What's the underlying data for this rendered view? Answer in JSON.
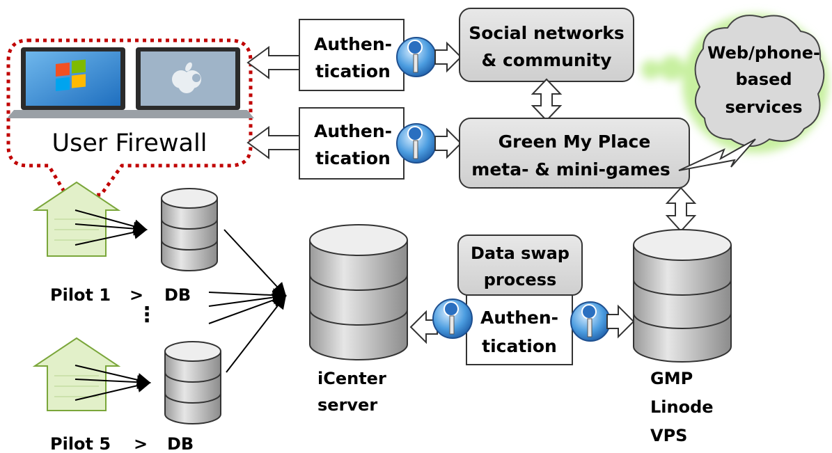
{
  "firewall": {
    "label": "User Firewall"
  },
  "auth_top": {
    "line1": "Authen-",
    "line2": "tication"
  },
  "auth_mid": {
    "line1": "Authen-",
    "line2": "tication"
  },
  "auth_bottom": {
    "line1": "Authen-",
    "line2": "tication"
  },
  "social": {
    "line1": "Social networks",
    "line2": "& community"
  },
  "gmp_games": {
    "line1": "Green My Place",
    "line2": "meta-  & mini-games"
  },
  "cloud": {
    "line1": "Web/phone-",
    "line2": "based",
    "line3": "services"
  },
  "data_swap": {
    "line1": "Data swap",
    "line2": "process"
  },
  "pilot1": {
    "name": "Pilot 1",
    "arrow": ">",
    "db": "DB"
  },
  "pilot5": {
    "name": "Pilot 5",
    "arrow": ">",
    "db": "DB"
  },
  "ellipsis": "⋮",
  "icenter": {
    "line1": "iCenter",
    "line2": "server"
  },
  "gmp_server": {
    "line1": "GMP",
    "line2": "Linode",
    "line3": "VPS"
  },
  "icons": [
    "windows-laptop-icon",
    "apple-laptop-icon",
    "key-lock-icon",
    "house-icon",
    "database-icon",
    "cloud-icon",
    "lightning-icon"
  ],
  "colors": {
    "firewall_border": "#c00000",
    "box_fill": "#d9d9d9",
    "house_fill": "#e2f0c9",
    "house_stroke": "#7aa63a",
    "cloud_glow": "#c8f0a0",
    "key_blue": "#3a8fd8"
  }
}
